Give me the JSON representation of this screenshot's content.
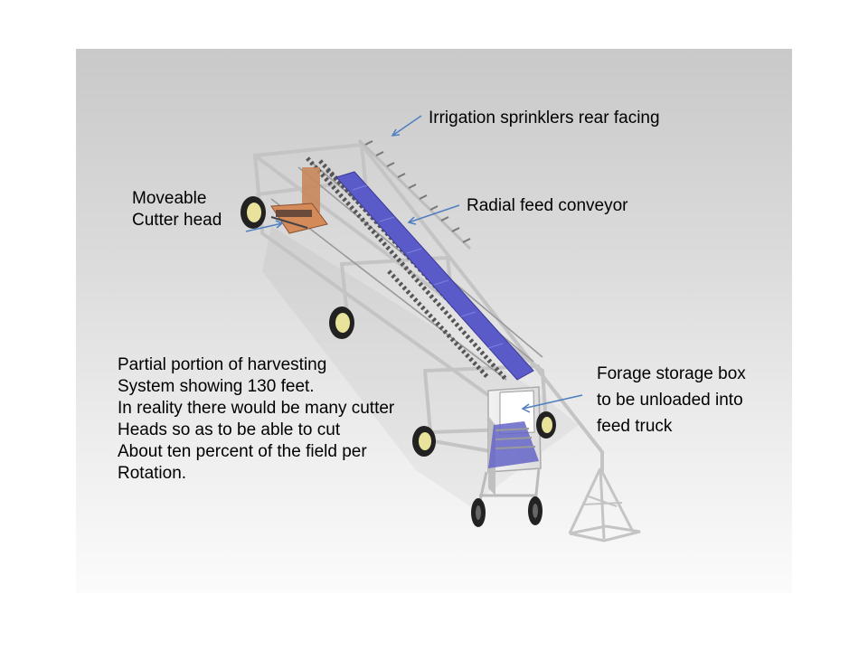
{
  "annotations": {
    "sprinklers": "Irrigation sprinklers rear facing",
    "conveyor": "Radial feed conveyor",
    "cutter": [
      "Moveable",
      "Cutter head"
    ],
    "storage": [
      "Forage storage box",
      "to be unloaded into",
      "feed truck"
    ],
    "description": [
      "Partial portion of harvesting",
      "System showing 130 feet.",
      "In reality there would be many cutter",
      "Heads so as to be able to cut",
      "About  ten percent of the field per",
      "Rotation."
    ]
  },
  "colors": {
    "background_top": "#c9c9c9",
    "background_bottom": "#fbfbfb",
    "frame": "#c8c8c8",
    "conveyor": "#5a5ac8",
    "cutter": "#c8875a",
    "arrow": "#4f7fc0",
    "wheel_rim": "#e8e29a",
    "tire": "#222222"
  }
}
